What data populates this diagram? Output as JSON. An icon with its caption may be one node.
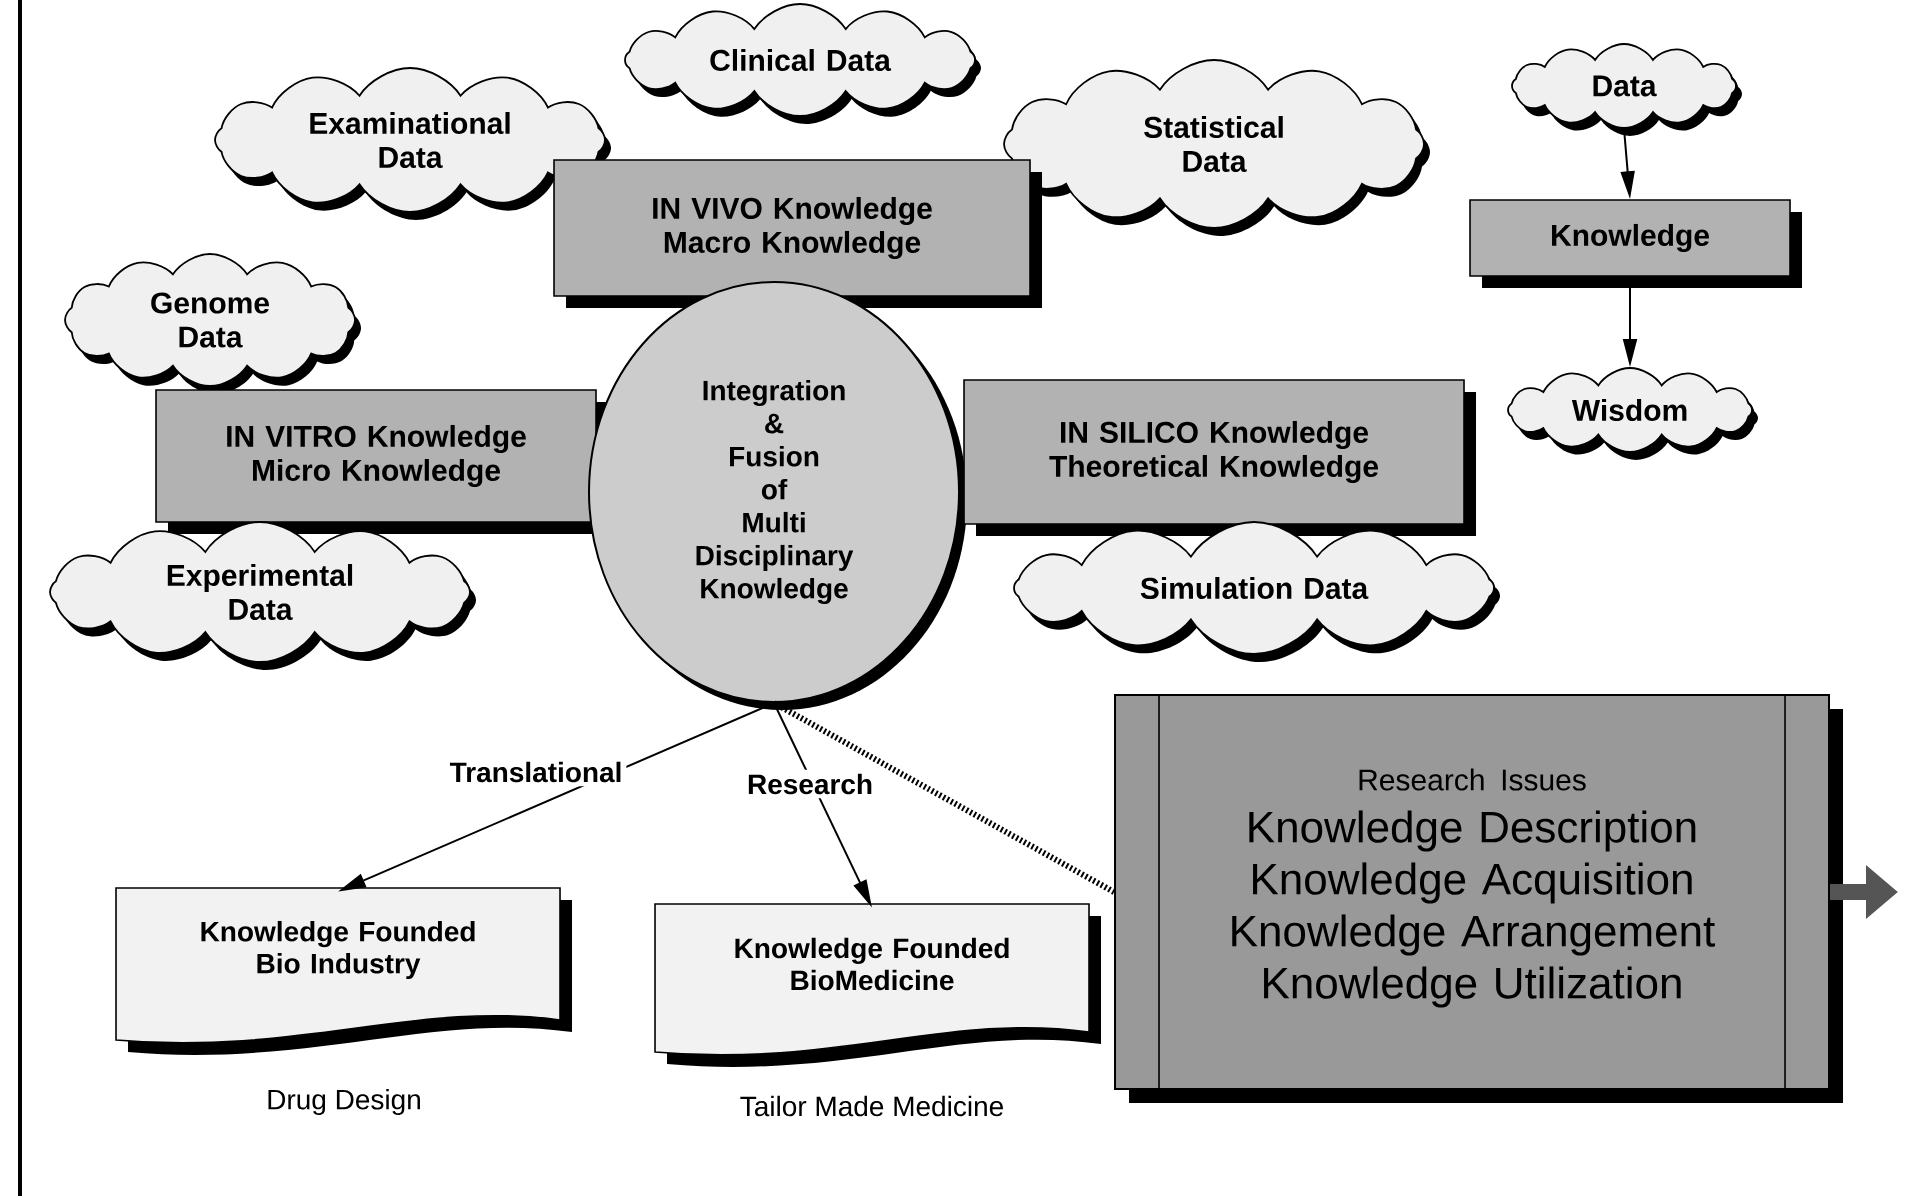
{
  "diagram": {
    "nodes": [
      {
        "text": [
          "Examinational Data"
        ]
      },
      {
        "text": [
          "Clinical Data"
        ]
      },
      {
        "text": [
          "Statistical Data"
        ]
      },
      {
        "text": [
          "IN VIVO Knowledge Macro Knowledge"
        ]
      },
      {
        "text": [
          "Data"
        ]
      },
      {
        "text": [
          "Knowledge"
        ]
      },
      {
        "text": [
          "Wisdom"
        ]
      },
      {
        "text": [
          "Genome Data"
        ]
      },
      {
        "text": [
          "IN VITRO Knowledge Micro Knowledge"
        ]
      },
      {
        "text": [
          "Integration & Fusion of Multi Disciplinary Knowledge"
        ]
      },
      {
        "text": [
          "IN SILICO Knowledge Theoretical Knowledge"
        ]
      },
      {
        "text": [
          "Experimental Data"
        ]
      },
      {
        "text": [
          "Simulation Data"
        ]
      },
      {
        "text": [
          "Knowledge Founded Bio Industry"
        ],
        "beside": [
          "Drug Design"
        ]
      },
      {
        "text": [
          "Knowledge Founded BioMedicine"
        ],
        "beside": [
          "Tailor Made Medicine"
        ]
      },
      {
        "text": [
          "Research Issues",
          "Knowledge Description",
          "Knowledge Acquisition",
          "Knowledge Arrangement",
          "Knowledge Utilization"
        ]
      }
    ],
    "edges": [
      {
        "from": 4,
        "to": 5,
        "arrow": "to"
      },
      {
        "from": 5,
        "to": 6,
        "arrow": "to"
      },
      {
        "from": 9,
        "to": 13,
        "arrow": "to",
        "label": "Translational"
      },
      {
        "from": 9,
        "to": 14,
        "arrow": "to",
        "label": "Research"
      },
      {
        "from": 9,
        "to": 15,
        "arrow": "none",
        "style": "dashed"
      },
      {
        "from": 15,
        "to": null,
        "arrow": "to",
        "style": "thick",
        "color": "#555555"
      }
    ]
  }
}
